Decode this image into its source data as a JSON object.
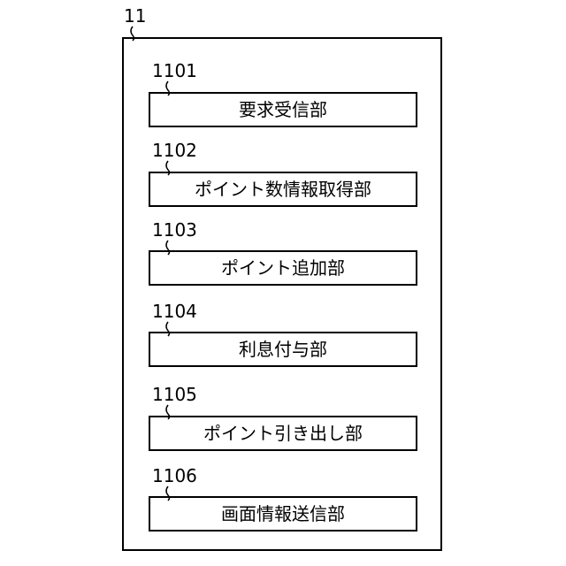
{
  "diagram": {
    "outer_label": "11",
    "units": [
      {
        "ref": "1101",
        "name": "要求受信部"
      },
      {
        "ref": "1102",
        "name": "ポイント数情報取得部"
      },
      {
        "ref": "1103",
        "name": "ポイント追加部"
      },
      {
        "ref": "1104",
        "name": "利息付与部"
      },
      {
        "ref": "1105",
        "name": "ポイント引き出し部"
      },
      {
        "ref": "1106",
        "name": "画面情報送信部"
      }
    ]
  }
}
